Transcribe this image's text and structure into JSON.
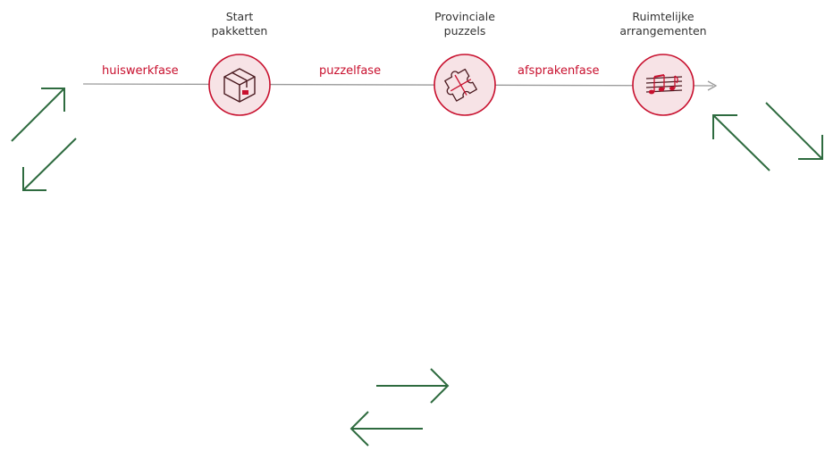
{
  "stages": [
    {
      "title": "Start\npakketten",
      "icon": "box-icon"
    },
    {
      "title": "Provinciale\npuzzels",
      "icon": "puzzle-icon"
    },
    {
      "title": "Ruimtelijke\narrangementen",
      "icon": "music-notes-icon"
    }
  ],
  "phases": [
    {
      "label": "huiswerkfase"
    },
    {
      "label": "puzzelfase"
    },
    {
      "label": "afsprakenfase"
    }
  ],
  "colors": {
    "accent": "#c8102e",
    "circle_fill": "#f7e3e6",
    "line": "#9a9a9a",
    "arrow": "#2e6b3f",
    "text": "#333333"
  }
}
